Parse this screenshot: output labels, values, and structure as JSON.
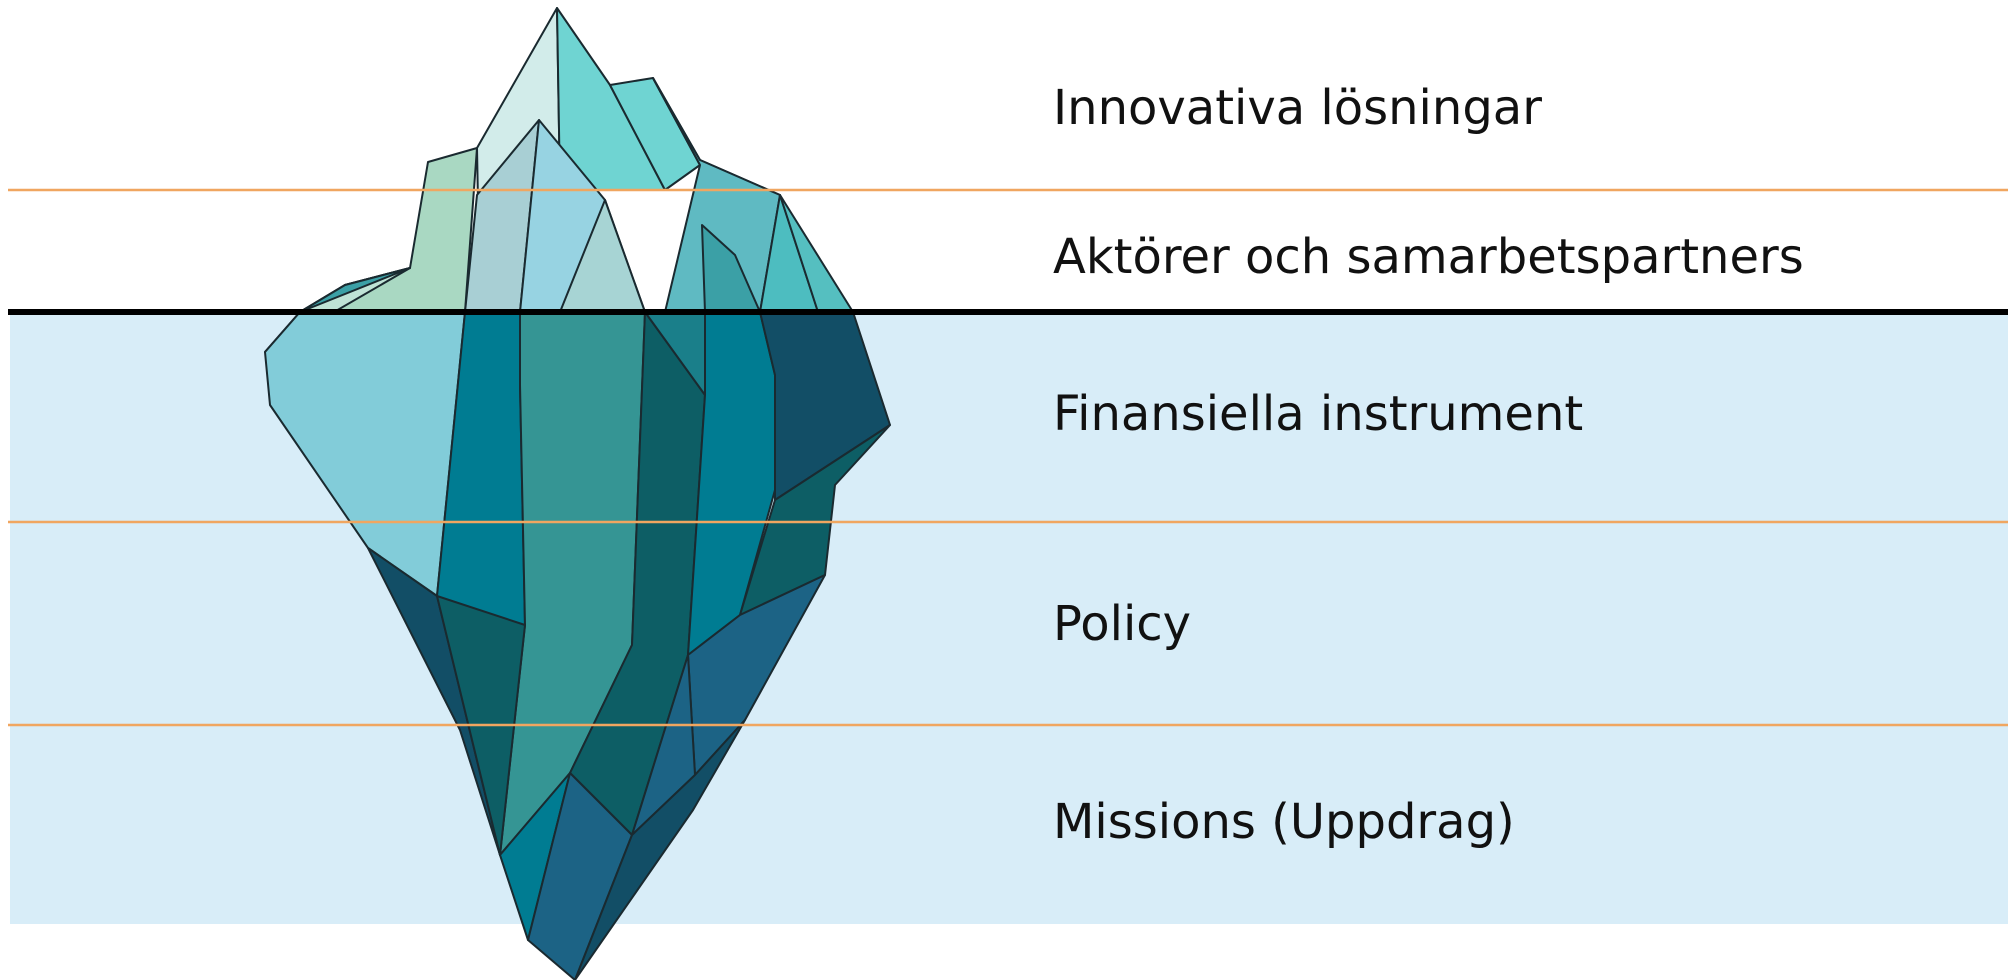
{
  "labels": [
    "Innovativa lösningar",
    "Aktörer och samarbetspartners",
    "Finansiella instrument",
    "Policy",
    "Missions (Uppdrag)"
  ],
  "colors": {
    "water": "#d8edf8",
    "divider": "#f0a660",
    "waterline": "#000000",
    "outline": "#1a2a30"
  }
}
